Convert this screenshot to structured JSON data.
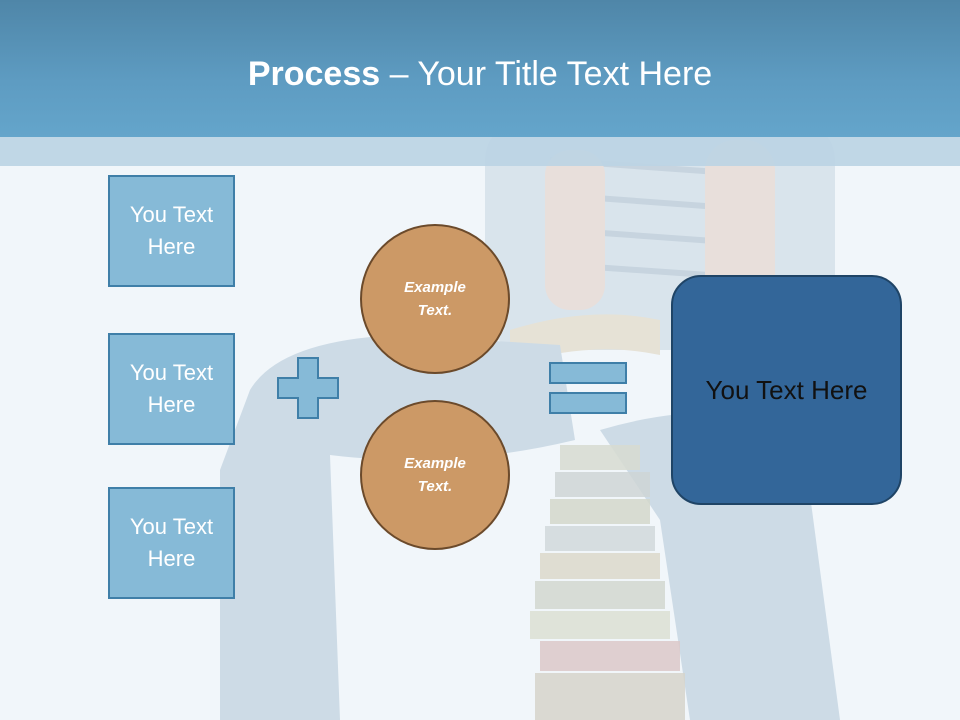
{
  "slide": {
    "title_bold": "Process",
    "title_rest": " – Your Title Text Here",
    "left_boxes": [
      "You Text Here",
      "You Text Here",
      "You Text Here"
    ],
    "circles": [
      "Example Text.",
      "Example Text."
    ],
    "result_text": "You Text Here"
  },
  "colors": {
    "header": "#5e9cc2",
    "text_box_fill": "#86bad7",
    "circle_fill": "#cc9966",
    "result_fill": "#336699"
  },
  "icons": {
    "operator_1": "plus-icon",
    "operator_2": "equals-icon"
  }
}
